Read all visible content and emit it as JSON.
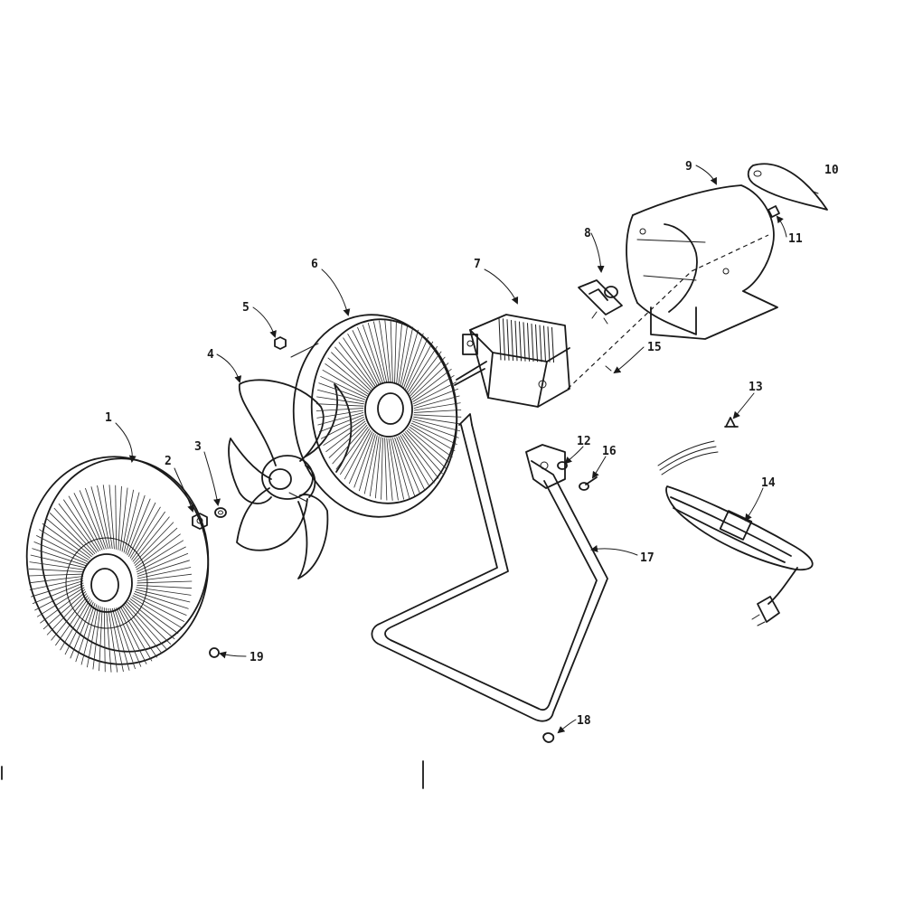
{
  "parts": [
    {
      "id": "1"
    },
    {
      "id": "2"
    },
    {
      "id": "3"
    },
    {
      "id": "4"
    },
    {
      "id": "5"
    },
    {
      "id": "6"
    },
    {
      "id": "7"
    },
    {
      "id": "8"
    },
    {
      "id": "9"
    },
    {
      "id": "10"
    },
    {
      "id": "11"
    },
    {
      "id": "12"
    },
    {
      "id": "13"
    },
    {
      "id": "14"
    },
    {
      "id": "15"
    },
    {
      "id": "16"
    },
    {
      "id": "17"
    },
    {
      "id": "18"
    },
    {
      "id": "19"
    }
  ]
}
